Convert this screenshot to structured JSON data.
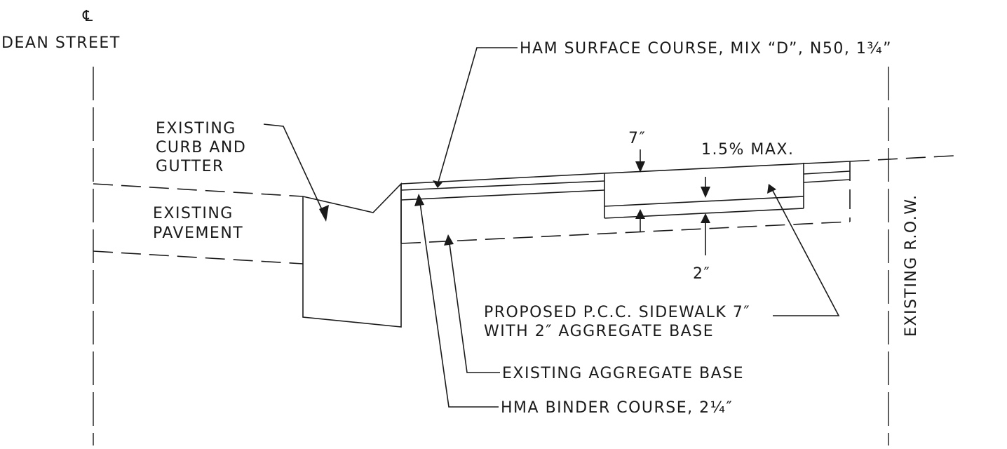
{
  "centerline": {
    "symbol": "℄",
    "street": "DEAN STREET"
  },
  "labels": {
    "existing_curb": [
      "EXISTING",
      "CURB AND",
      "GUTTER"
    ],
    "existing_pavement": [
      "EXISTING",
      "PAVEMENT"
    ],
    "surface_course": "HAM SURFACE COURSE, MIX “D”, N50, 1¾”",
    "sidewalk_thickness": "7″",
    "cross_slope": "1.5% MAX.",
    "base_thickness": "2″",
    "proposed_sidewalk": [
      "PROPOSED P.C.C. SIDEWALK 7″",
      "WITH 2″ AGGREGATE BASE"
    ],
    "existing_aggregate_base": "EXISTING AGGREGATE BASE",
    "binder_course": "HMA BINDER COURSE, 2¼″",
    "existing_row": "EXISTING R.O.W."
  }
}
